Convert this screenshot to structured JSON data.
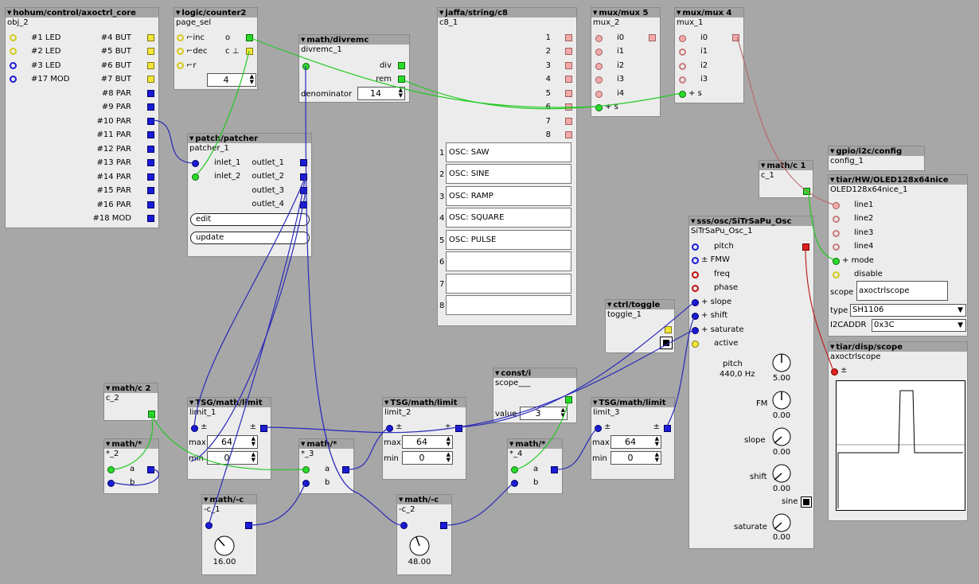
{
  "objects": {
    "core": {
      "type": "hohum/control/axoctrl_core",
      "name": "obj_2",
      "left": [
        "#1 LED",
        "#2 LED",
        "#3 LED",
        "#17 MOD"
      ],
      "right": [
        "#4 BUT",
        "#5 BUT",
        "#6 BUT",
        "#7 BUT",
        "#8 PAR",
        "#9 PAR",
        "#10 PAR",
        "#11 PAR",
        "#12 PAR",
        "#13 PAR",
        "#14 PAR",
        "#15 PAR",
        "#16 PAR",
        "#18 MOD"
      ]
    },
    "counter": {
      "type": "logic/counter2",
      "name": "page_sel",
      "in_inc": "inc",
      "in_dec": "dec",
      "in_r": "r",
      "out_o": "o",
      "out_c": "c",
      "value": "4"
    },
    "divremc": {
      "type": "math/divremc",
      "name": "divremc_1",
      "out_div": "div",
      "out_rem": "rem",
      "param_label": "denominator",
      "value": "14"
    },
    "string": {
      "type": "jaffa/string/c8",
      "name": "c8_1",
      "outs": [
        "1",
        "2",
        "3",
        "4",
        "5",
        "6",
        "7",
        "8"
      ],
      "rows": [
        "1",
        "2",
        "3",
        "4",
        "5",
        "6",
        "7",
        "8"
      ],
      "texts": [
        "OSC: SAW",
        "OSC: SINE",
        "OSC: RAMP",
        "OSC: SQUARE",
        "OSC: PULSE",
        "",
        "",
        ""
      ]
    },
    "mux5": {
      "type": "mux/mux 5",
      "name": "mux_2",
      "ins": [
        "i0",
        "i1",
        "i2",
        "i3",
        "i4"
      ],
      "sel": "s"
    },
    "mux4": {
      "type": "mux/mux 4",
      "name": "mux_1",
      "ins": [
        "i0",
        "i1",
        "i2",
        "i3"
      ],
      "sel": "s"
    },
    "patcher": {
      "type": "patch/patcher",
      "name": "patcher_1",
      "inlets": [
        "inlet_1",
        "inlet_2"
      ],
      "outlets": [
        "outlet_1",
        "outlet_2",
        "outlet_3",
        "outlet_4"
      ],
      "edit": "edit",
      "update": "update"
    },
    "mathc1": {
      "type": "math/c 1",
      "name": "c_1"
    },
    "gpio": {
      "type": "gpio/i2c/config",
      "name": "config_1"
    },
    "oled": {
      "type": "tiar/HW/OLED128x64nice",
      "name": "OLED128x64nice_1",
      "ins": [
        "line1",
        "line2",
        "line3",
        "line4",
        "mode",
        "disable"
      ],
      "scope_label": "scope",
      "scope_value": "axoctrlscope",
      "type_label": "type",
      "type_value": "SH1106",
      "addr_label": "I2CADDR",
      "addr_value": "0x3C"
    },
    "scope": {
      "type": "tiar/disp/scope",
      "name": "axoctrlscope",
      "in_label": "±"
    },
    "osc": {
      "type": "sss/osc/SiTrSaPu_Osc",
      "name": "SiTrSaPu_Osc_1",
      "ins": [
        "pitch",
        "FMW",
        "freq",
        "phase",
        "slope",
        "shift",
        "saturate",
        "active"
      ],
      "pitch_label": "pitch",
      "pitch_hz": "440,0 Hz",
      "pitch_val": "5.00",
      "fm_label": "FM",
      "fm_val": "0.00",
      "slope_label": "slope",
      "slope_val": "0.00",
      "shift_label": "shift",
      "shift_val": "0.00",
      "sine_label": "sine",
      "sat_label": "saturate",
      "sat_val": "0.00"
    },
    "toggle": {
      "type": "ctrl/toggle",
      "name": "toggle_1"
    },
    "consti": {
      "type": "const/i",
      "name": "scope___",
      "param_label": "value",
      "value": "3"
    },
    "mathc2": {
      "type": "math/c 2",
      "name": "c_2"
    },
    "limit1": {
      "type": "TSG/math/limit",
      "name": "limit_1",
      "max_label": "max",
      "max": "64",
      "min_label": "min",
      "min": "0"
    },
    "limit2": {
      "type": "TSG/math/limit",
      "name": "limit_2",
      "max_label": "max",
      "max": "64",
      "min_label": "min",
      "min": "0"
    },
    "limit3": {
      "type": "TSG/math/limit",
      "name": "limit_3",
      "max_label": "max",
      "max": "64",
      "min_label": "min",
      "min": "0"
    },
    "mul2": {
      "type": "math/*",
      "name": "*_2",
      "a": "a",
      "b": "b"
    },
    "mul3": {
      "type": "math/*",
      "name": "*_3",
      "a": "a",
      "b": "b"
    },
    "mul4": {
      "type": "math/*",
      "name": "*_4",
      "a": "a",
      "b": "b"
    },
    "minus1": {
      "type": "math/-c",
      "name": "-c_1",
      "value": "16.00"
    },
    "minus2": {
      "type": "math/-c",
      "name": "-c_2",
      "value": "48.00"
    }
  },
  "common": {
    "pm": "±",
    "plus": "+"
  },
  "colors": {
    "canvas": "#a7a7a7",
    "object_bg": "#ececec",
    "title_bg": "#a4a4a4",
    "wire_blue": "#2a2ab8",
    "wire_green": "#22c822",
    "wire_red": "#c02020",
    "wire_pink": "#b86a6a"
  }
}
